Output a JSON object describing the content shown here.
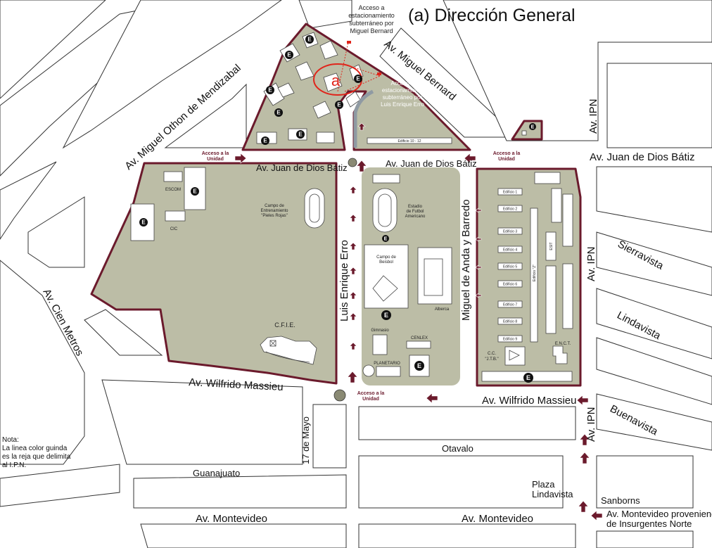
{
  "title": "(a) Dirección General",
  "marker_letter": "a",
  "colors": {
    "campus": "#bcbda6",
    "fence": "#6b1a2c",
    "marker": "#e0251b"
  },
  "streets": {
    "miguel_bernard": "Av. Miguel Bernard",
    "miguel_othon": "Av. Miguel Othon de Mendizabal",
    "ipn": "Av. IPN",
    "juan_de_dios_batiz": "Av. Juan de Dios Bátiz",
    "cien_metros": "Av. Cien Metros",
    "luis_enrique_erro": "Luis Enrique Erro",
    "miguel_de_anda": "Miguel de Anda y Barredo",
    "wilfrido_massieu": "Av. Wilfrido Massieu",
    "sierravista": "Sierravista",
    "lindavista": "Lindavista",
    "buenavista": "Buenavista",
    "mayo17": "17 de Mayo",
    "otavalo": "Otavalo",
    "guanajuato": "Guanajuato",
    "montevideo": "Av. Montevideo"
  },
  "access": {
    "label_line1": "Acceso a la",
    "label_line2": "Unidad",
    "parking_bernard": [
      "Acceso a",
      "estacionamiento",
      "subterráneo por",
      "Miguel Bernard"
    ],
    "parking_erro": [
      "Acceso a",
      "estacionamiento",
      "subterráneo por",
      "Luis Enrique Erro"
    ],
    "montevideo_note": [
      "Av. Montevideo proveniendo",
      "de Insurgentes Norte"
    ]
  },
  "places": {
    "escom": "ESCOM",
    "cic": "CIC",
    "campo_entrenamiento": [
      "Campo de",
      "Entrenamiento",
      "\"Pieles Rojas\""
    ],
    "estadio": [
      "Estadio",
      "de Futbol",
      "Americano"
    ],
    "campo_beisbol": [
      "Campo de",
      "Beisbol"
    ],
    "alberca": "Alberca",
    "gimnasio": "Gimnasio",
    "cenlex": "CENLEX",
    "planetario": "PLANETARIO",
    "cfie": "C.F.I.E.",
    "edificio_10_12": "Edificio 10 - 12",
    "edificios": [
      "Edificio 1",
      "Edificio 2",
      "Edificio 3",
      "Edificio 4",
      "Edificio 5",
      "Edificio 6",
      "Edificio 7",
      "Edificio 8",
      "Edificio 9"
    ],
    "edificio_z": "Edificio \"Z\"",
    "esit": "ESIT",
    "cc_jtb": [
      "C.C.",
      "\"J.T.B.\""
    ],
    "encyt": "E.N.C.T.",
    "plaza_lindavista": [
      "Plaza",
      "Lindavista"
    ],
    "sanborns": "Sanborns"
  },
  "e_badge": "E",
  "note": [
    "Nota:",
    "La linea color guinda",
    "es la reja que delimita",
    "al I.P.N."
  ]
}
